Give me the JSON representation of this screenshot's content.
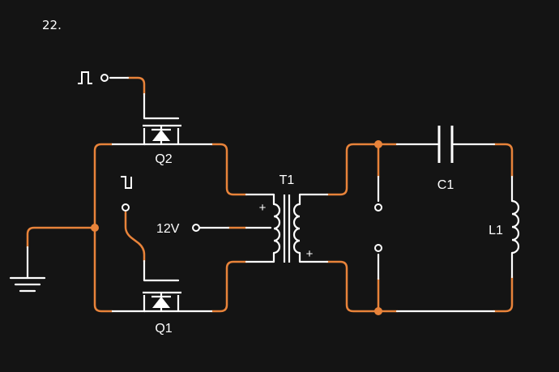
{
  "figure_number": "22.",
  "labels": {
    "q1": "Q1",
    "q2": "Q2",
    "t1": "T1",
    "c1": "C1",
    "l1": "L1",
    "supply": "12V",
    "plus_primary": "+",
    "plus_secondary": "+"
  },
  "colors": {
    "background": "#141414",
    "wire_highlight": "#e8833a",
    "wire": "#ffffff",
    "text": "#ffffff"
  },
  "icons": [
    "square-pulse-icon",
    "inverted-pulse-icon",
    "ground-icon",
    "mosfet-icon",
    "transformer-icon",
    "capacitor-icon",
    "inductor-icon"
  ]
}
